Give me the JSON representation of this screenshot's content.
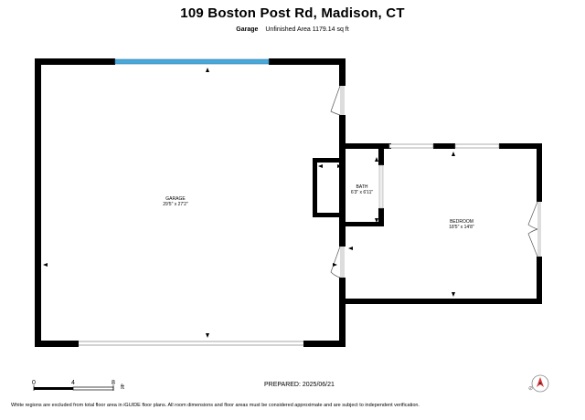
{
  "header": {
    "title": "109 Boston Post Rd, Madison, CT",
    "floor_name": "Garage",
    "area_text": "Unfinished Area 1179.14 sq ft"
  },
  "rooms": [
    {
      "name": "GARAGE",
      "dimensions": "29'5\" x 27'2\""
    },
    {
      "name": "BATH",
      "dimensions": "6'3\" x 6'11\""
    },
    {
      "name": "BEDROOM",
      "dimensions": "18'5\" x 14'8\""
    }
  ],
  "scale": {
    "ticks": [
      "0",
      "4",
      "8"
    ],
    "unit": "ft"
  },
  "prepared": "PREPARED: 2025/06/21",
  "footer": "White regions are excluded from total floor area in iGUIDE floor plans. All room dimensions and floor areas must be considered approximate and are subject to independent verification.",
  "colors": {
    "wall": "#000000",
    "window": "#4aa8d8",
    "door_arc": "#cccccc",
    "compass_accent": "#e03030"
  }
}
